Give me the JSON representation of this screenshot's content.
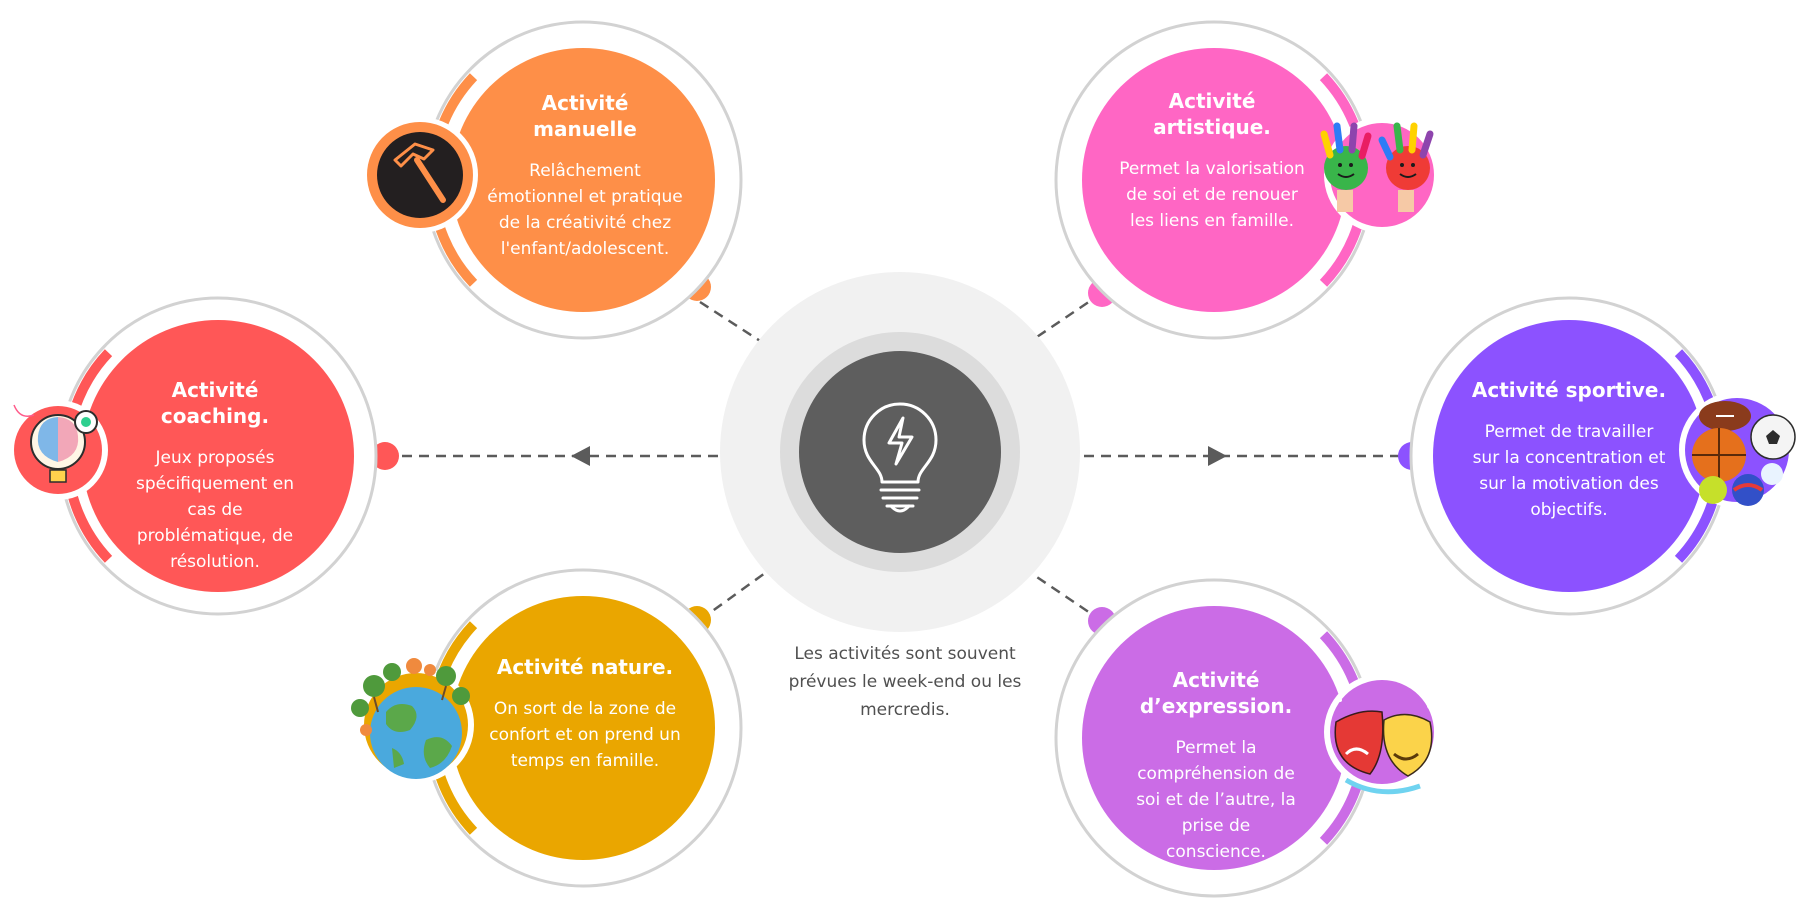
{
  "center": {
    "icon": "lightbulb-icon",
    "note": "Les activités sont souvent prévues le week-end ou les mercredis."
  },
  "nodes": {
    "manuelle": {
      "title": "Activité manuelle",
      "desc": "Relâchement émotionnel et pratique de la créativité chez l'enfant/adolescent.",
      "color": "#FE8F48",
      "icon": "hammer-icon"
    },
    "artistique": {
      "title": "Activité artistique.",
      "desc": "Permet la valorisation de soi et de renouer les liens en famille.",
      "color": "#FF66C4",
      "icon": "painted-hands-icon"
    },
    "coaching": {
      "title": "Activité coaching.",
      "desc": "Jeux proposés spécifiquement en cas de problématique, de résolution.",
      "color": "#FF5757",
      "icon": "brain-lightbulb-icon"
    },
    "sportive": {
      "title": "Activité sportive.",
      "desc": "Permet de travailler sur la concentration et sur la motivation des objectifs.",
      "color": "#8C52FF",
      "icon": "sports-balls-icon"
    },
    "nature": {
      "title": "Activité nature.",
      "desc": "On sort de la zone de confort et on prend un temps en famille.",
      "color": "#EAA600",
      "icon": "globe-trees-icon"
    },
    "expression": {
      "title": "Activité d’expression.",
      "desc": "Permet la compréhension de soi et de l’autre, la prise de conscience.",
      "color": "#CB6CE6",
      "icon": "theater-masks-icon"
    }
  }
}
